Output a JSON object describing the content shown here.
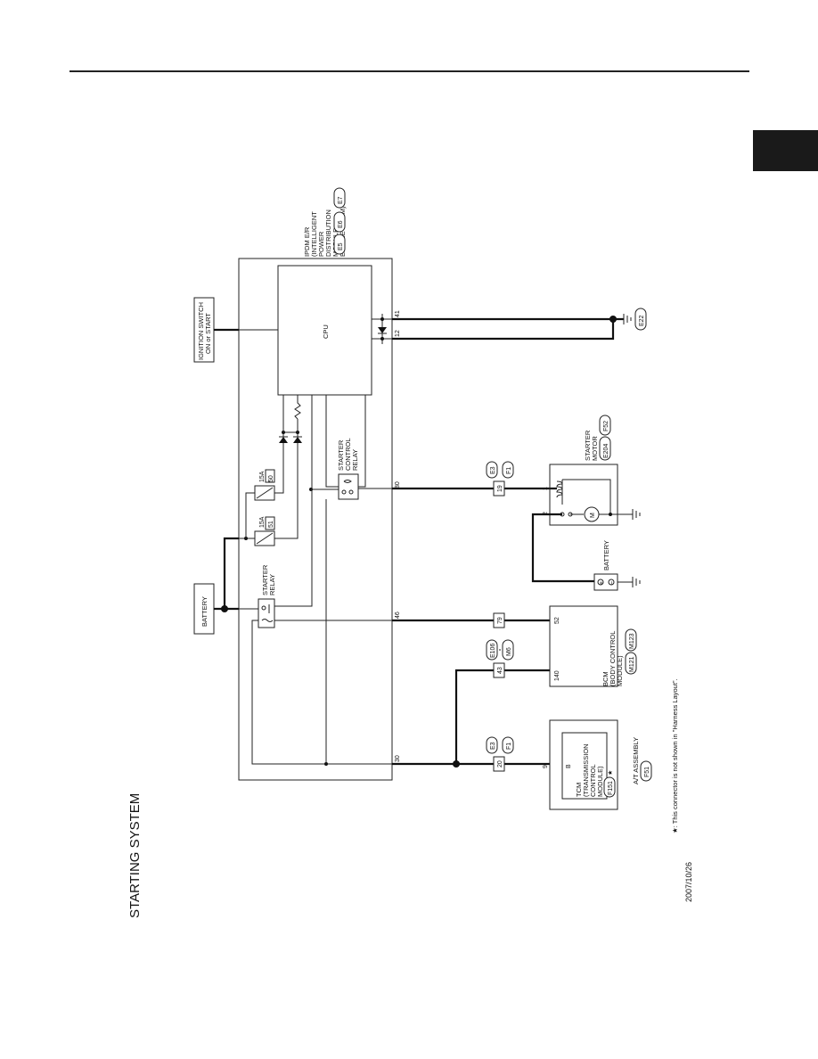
{
  "page": {
    "title": "STARTING SYSTEM",
    "date": "2007/10/26",
    "footnote": "★: This connector is not shown in \"Harness Layout\"."
  },
  "colors": {
    "wire": "#111111",
    "tab": "#1a1a1a"
  },
  "ipdm": {
    "label_lines": [
      "IPDM E/R",
      "(INTELLIGENT",
      "POWER",
      "DISTRIBUTION",
      "MODULE",
      "ENGINE ROOM)"
    ],
    "connectors": [
      "E5",
      "E6",
      "E7"
    ],
    "cpu": "CPU",
    "pins": {
      "p41": "41",
      "p12": "12",
      "p80": "80",
      "p46": "46",
      "p30": "30"
    }
  },
  "ignition": {
    "label_lines": [
      "IGNITION SWITCH",
      "ON or START"
    ]
  },
  "battery_box": {
    "label": "BATTERY"
  },
  "fuses": [
    {
      "amp": "15A",
      "num": "50"
    },
    {
      "amp": "15A",
      "num": "51"
    }
  ],
  "starter_control_relay": {
    "label_lines": [
      "STARTER",
      "CONTROL",
      "RELAY"
    ]
  },
  "starter_relay": {
    "label_lines": [
      "STARTER",
      "RELAY"
    ]
  },
  "ground": {
    "connector": "E22"
  },
  "starter_motor": {
    "label_lines": [
      "STARTER",
      "MOTOR"
    ],
    "connectors": [
      "E204",
      "F52"
    ],
    "pin1": "1",
    "pin2": "2",
    "motor_symbol": "M"
  },
  "battery": {
    "label": "BATTERY",
    "plus": "+",
    "minus": "−"
  },
  "junction_80": {
    "connectors": [
      "E3",
      "F1"
    ],
    "pin": "19"
  },
  "junction_46": {
    "pin": "79"
  },
  "junction_bcm": {
    "connectors": [
      "E106",
      "M6"
    ],
    "pin": "43"
  },
  "junction_tcm": {
    "connectors": [
      "E3",
      "F1"
    ],
    "pin": "20"
  },
  "bcm": {
    "label_lines": [
      "BCM",
      "(BODY CONTROL",
      "MODULE)"
    ],
    "connectors": [
      "M121",
      "M123"
    ],
    "pin52": "52",
    "pin140": "140"
  },
  "at_assembly": {
    "label": "A/T ASSEMBLY",
    "connector": "F51",
    "tcm_lines": [
      "TCM",
      "(TRANSMISSION",
      "CONTROL",
      "MODULE)"
    ],
    "tcm_connector": "F151",
    "star": "★",
    "pin9": "9",
    "pinB": "B"
  }
}
